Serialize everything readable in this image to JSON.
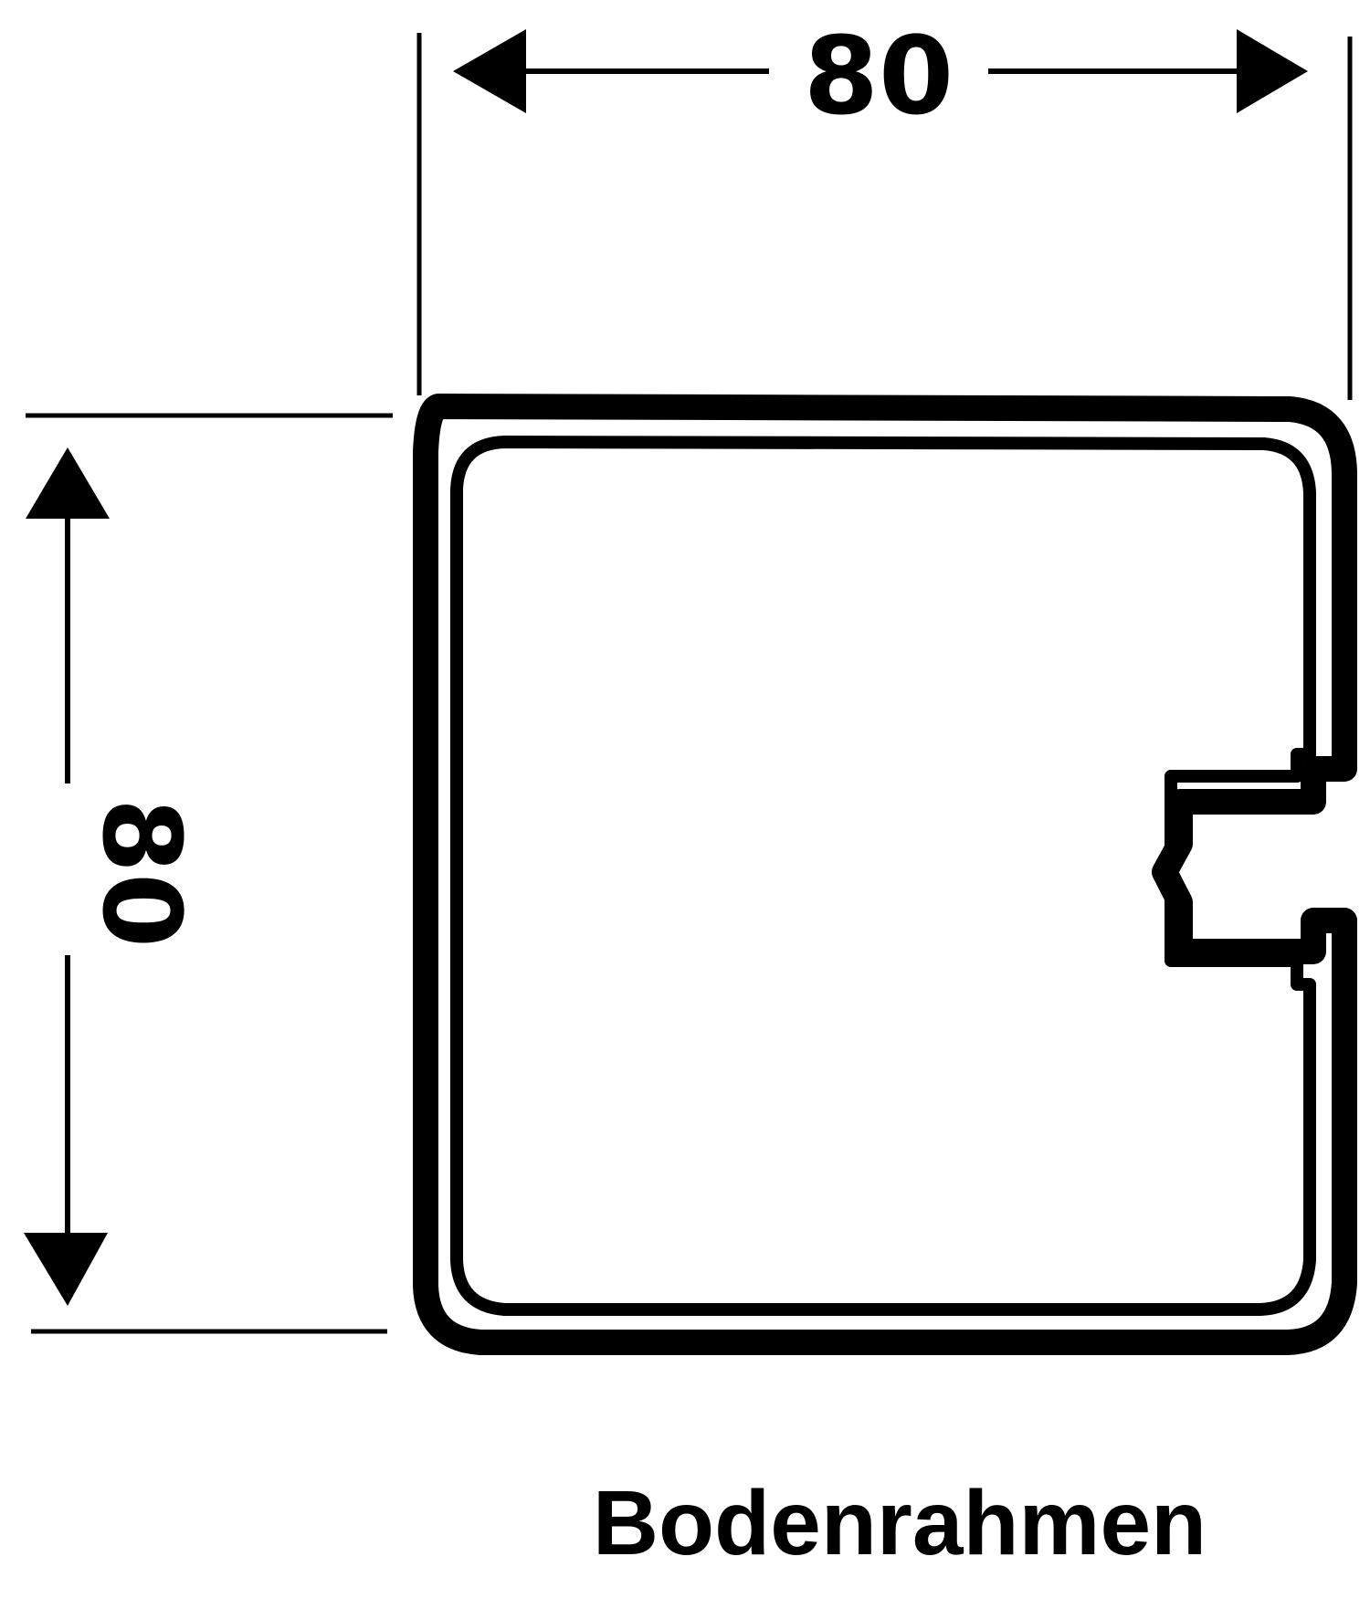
{
  "drawing": {
    "width_dimension": "80",
    "height_dimension": "80",
    "caption": "Bodenrahmen",
    "line_color": "#000000",
    "background_color": "#ffffff"
  }
}
